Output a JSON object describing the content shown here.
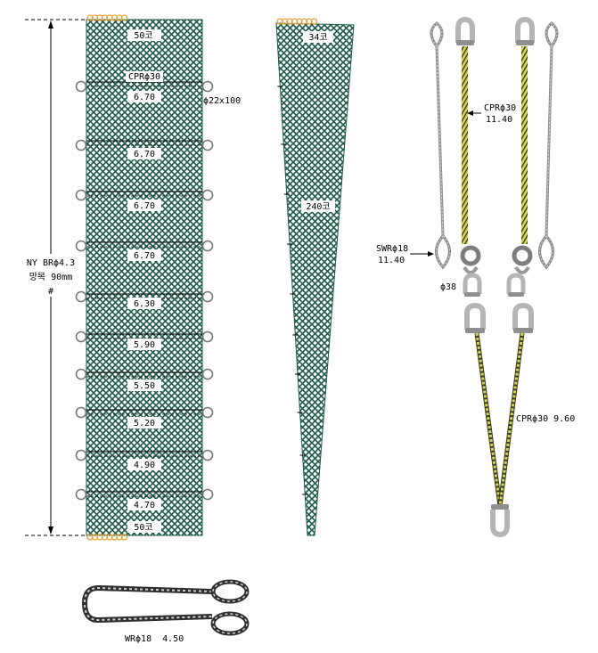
{
  "net_panel": {
    "top_label": "50코",
    "bottom_label": "50코",
    "float_line_label": "CPRϕ30",
    "ring_label": "ϕ22x100",
    "section_lengths": [
      "6.70",
      "6.70",
      "6.70",
      "6.70",
      "6.30",
      "5.90",
      "5.50",
      "5.20",
      "4.90",
      "4.70"
    ],
    "dimension_labels": [
      "NY BRϕ4.3",
      "망목 90mm",
      "#"
    ]
  },
  "taper_panel": {
    "top_label": "34코",
    "middle_label": "240코"
  },
  "rigging": {
    "cpr_upper_label": [
      "CPRϕ30",
      "11.40"
    ],
    "swr_label": [
      "SWRϕ18",
      "11.40"
    ],
    "shackle_label": "ϕ38",
    "cpr_bridle_label": "CPRϕ30 9.60",
    "wire_sling_label": "WRϕ18  4.50"
  },
  "colors": {
    "net": "#1e5a4a",
    "net_background": "#ffffff",
    "rope_yellow": "#d6d64a",
    "rope_dark": "#2f2f2f",
    "wire": "#8a8a8a",
    "shackle": "#b5b5b5",
    "float": "#e8a33a"
  }
}
